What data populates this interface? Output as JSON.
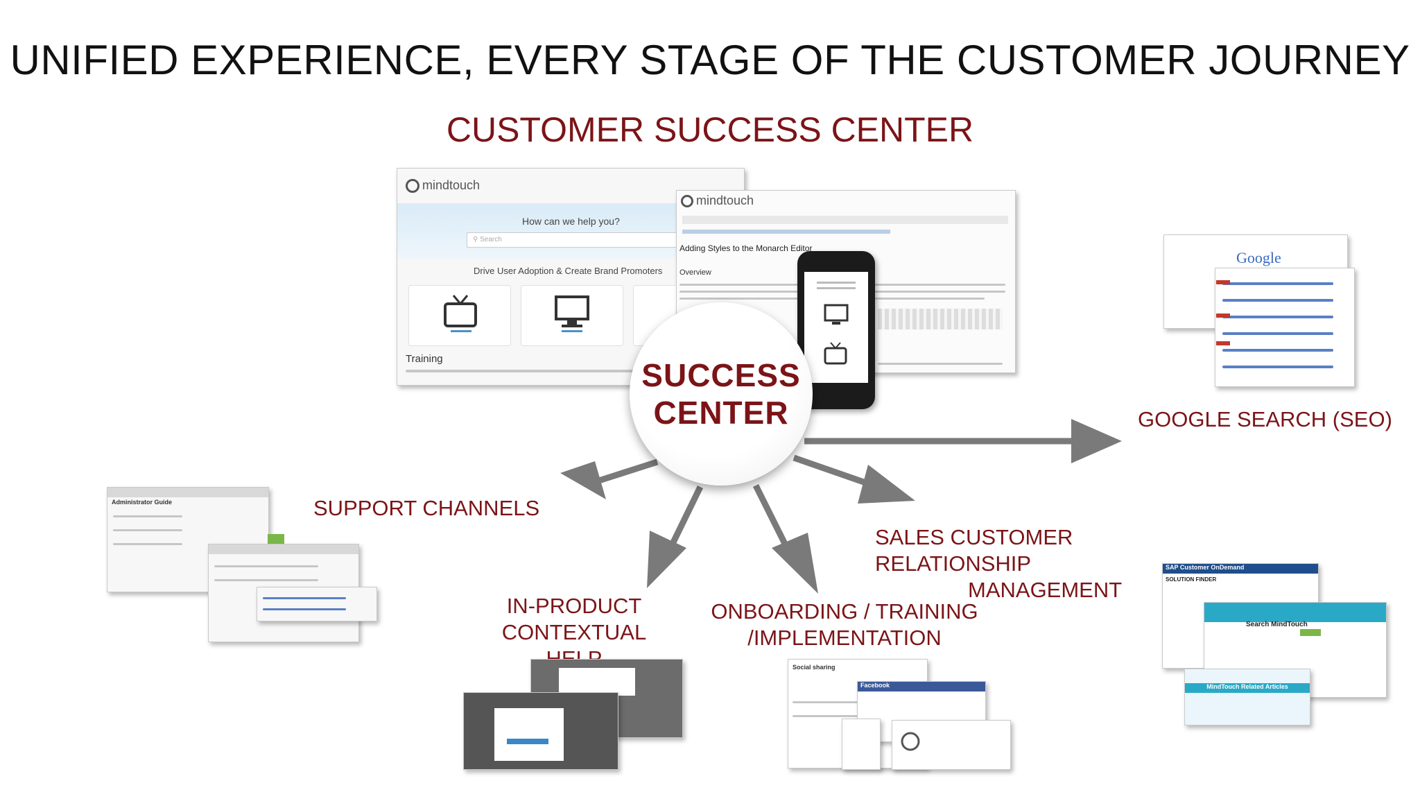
{
  "header": {
    "title": "UNIFIED EXPERIENCE, EVERY STAGE OF THE CUSTOMER JOURNEY",
    "subtitle": "CUSTOMER SUCCESS CENTER"
  },
  "hub": {
    "line1": "SUCCESS",
    "line2": "CENTER"
  },
  "labels": {
    "support": "SUPPORT CHANNELS",
    "in_product": [
      "IN-PRODUCT",
      "CONTEXTUAL",
      "HELP"
    ],
    "onboarding": [
      "ONBOARDING / TRAINING",
      "/IMPLEMENTATION"
    ],
    "sales": [
      "SALES CUSTOMER",
      "RELATIONSHIP",
      "MANAGEMENT"
    ],
    "google": "GOOGLE SEARCH (SEO)"
  },
  "screens": {
    "main_brand": "mindtouch",
    "main_question": "How can we help you?",
    "main_search": "Search",
    "main_tagline": "Drive User Adoption & Create Brand Promoters",
    "main_section": "Training",
    "editor_brand": "mindtouch",
    "editor_heading": "Adding Styles to the Monarch Editor",
    "editor_sub": "Overview",
    "google_logo": "Google",
    "sap_header": "SAP Customer OnDemand",
    "sap_finder": "SOLUTION FINDER",
    "sf_search": "Search MindTouch",
    "sf_related": "MindTouch Related Articles",
    "admin_guide": "Administrator Guide",
    "social": "Social sharing",
    "facebook": "Facebook"
  },
  "colors": {
    "accent": "#7b1417",
    "arrow": "#7a7a7a",
    "text": "#111111"
  }
}
